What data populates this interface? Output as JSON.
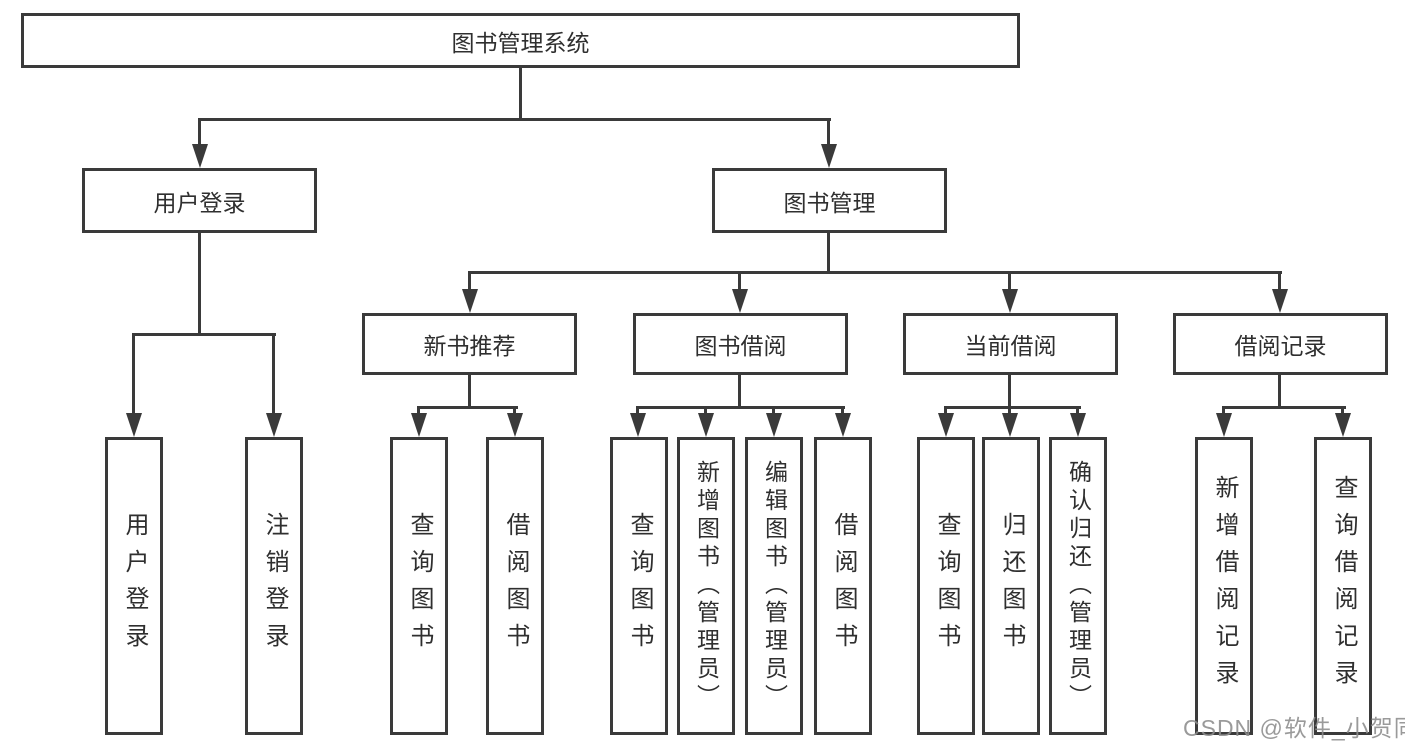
{
  "diagram": {
    "title": "图书管理系统",
    "tree": {
      "label": "图书管理系统",
      "children": [
        {
          "label": "用户登录",
          "children": [
            {
              "label": "用户登录"
            },
            {
              "label": "注销登录"
            }
          ]
        },
        {
          "label": "图书管理",
          "children": [
            {
              "label": "新书推荐",
              "children": [
                {
                  "label": "查询图书"
                },
                {
                  "label": "借阅图书"
                }
              ]
            },
            {
              "label": "图书借阅",
              "children": [
                {
                  "label": "查询图书"
                },
                {
                  "label": "新增图书（管理员）"
                },
                {
                  "label": "编辑图书（管理员）"
                },
                {
                  "label": "借阅图书"
                }
              ]
            },
            {
              "label": "当前借阅",
              "children": [
                {
                  "label": "查询图书"
                },
                {
                  "label": "归还图书"
                },
                {
                  "label": "确认归还（管理员）"
                }
              ]
            },
            {
              "label": "借阅记录",
              "children": [
                {
                  "label": "新增借阅记录"
                },
                {
                  "label": "查询借阅记录"
                }
              ]
            }
          ]
        }
      ]
    }
  },
  "watermark": {
    "text": "CSDN @软件_小贺同学"
  },
  "colors": {
    "line": "#3a3a3a",
    "text": "#2f2f2f",
    "background": "#ffffff",
    "watermark": "#8c8c8c"
  }
}
